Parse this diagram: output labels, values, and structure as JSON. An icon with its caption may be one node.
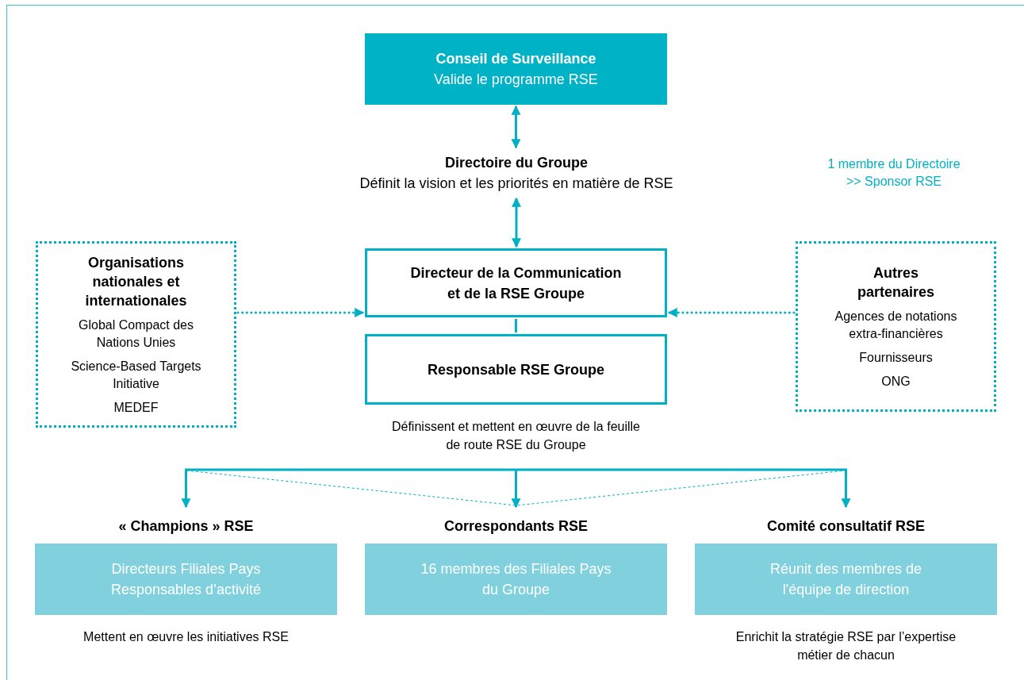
{
  "diagram": {
    "nodes": [
      {
        "text": [
          "Conseil de Surveillance",
          "Valide le programme RSE"
        ]
      },
      {
        "text": [
          "Directoire du Groupe",
          "Définit la vision et les priorités en matière de RSE"
        ]
      },
      {
        "text": [
          "Directeur de la Communication et de la RSE Groupe"
        ]
      },
      {
        "text": [
          "Responsable RSE Groupe"
        ],
        "beside": [
          "Définissent et mettent en œuvre de la feuille de route RSE du Groupe"
        ]
      },
      {
        "text": [
          "Organisations nationales et internationales",
          "Global Compact des Nations Unies",
          "Science-Based Targets Initiative",
          "MEDEF"
        ]
      },
      {
        "text": [
          "Autres partenaires",
          "Agences de notations extra-financières",
          "Fournisseurs",
          "ONG"
        ]
      },
      {
        "text": [
          "« Champions » RSE",
          "Directeurs Filiales Pays Responsables d’activité"
        ],
        "beside": [
          "Mettent en œuvre les initiatives RSE"
        ]
      },
      {
        "text": [
          "Correspondants RSE",
          "16 membres des Filiales Pays du Groupe"
        ]
      },
      {
        "text": [
          "Comité consultatif RSE",
          "Réunit des membres de l'équipe de direction"
        ],
        "beside": [
          "Enrichit la stratégie RSE par l’expertise métier de chacun"
        ]
      }
    ],
    "edges": [
      {
        "from": 0,
        "to": 1,
        "arrow": "both"
      },
      {
        "from": 1,
        "to": 2,
        "arrow": "both"
      },
      {
        "from": 2,
        "to": 3,
        "arrow": "none"
      },
      {
        "from": 4,
        "to": 2,
        "arrow": "to",
        "style": "dashed"
      },
      {
        "from": 5,
        "to": 2,
        "arrow": "to",
        "style": "dashed"
      },
      {
        "from": 3,
        "to": 6,
        "arrow": "to"
      },
      {
        "from": 3,
        "to": 7,
        "arrow": "to"
      },
      {
        "from": 3,
        "to": 8,
        "arrow": "to"
      }
    ],
    "labels": [
      "1 membre du Directoire >> Sponsor RSE"
    ]
  }
}
